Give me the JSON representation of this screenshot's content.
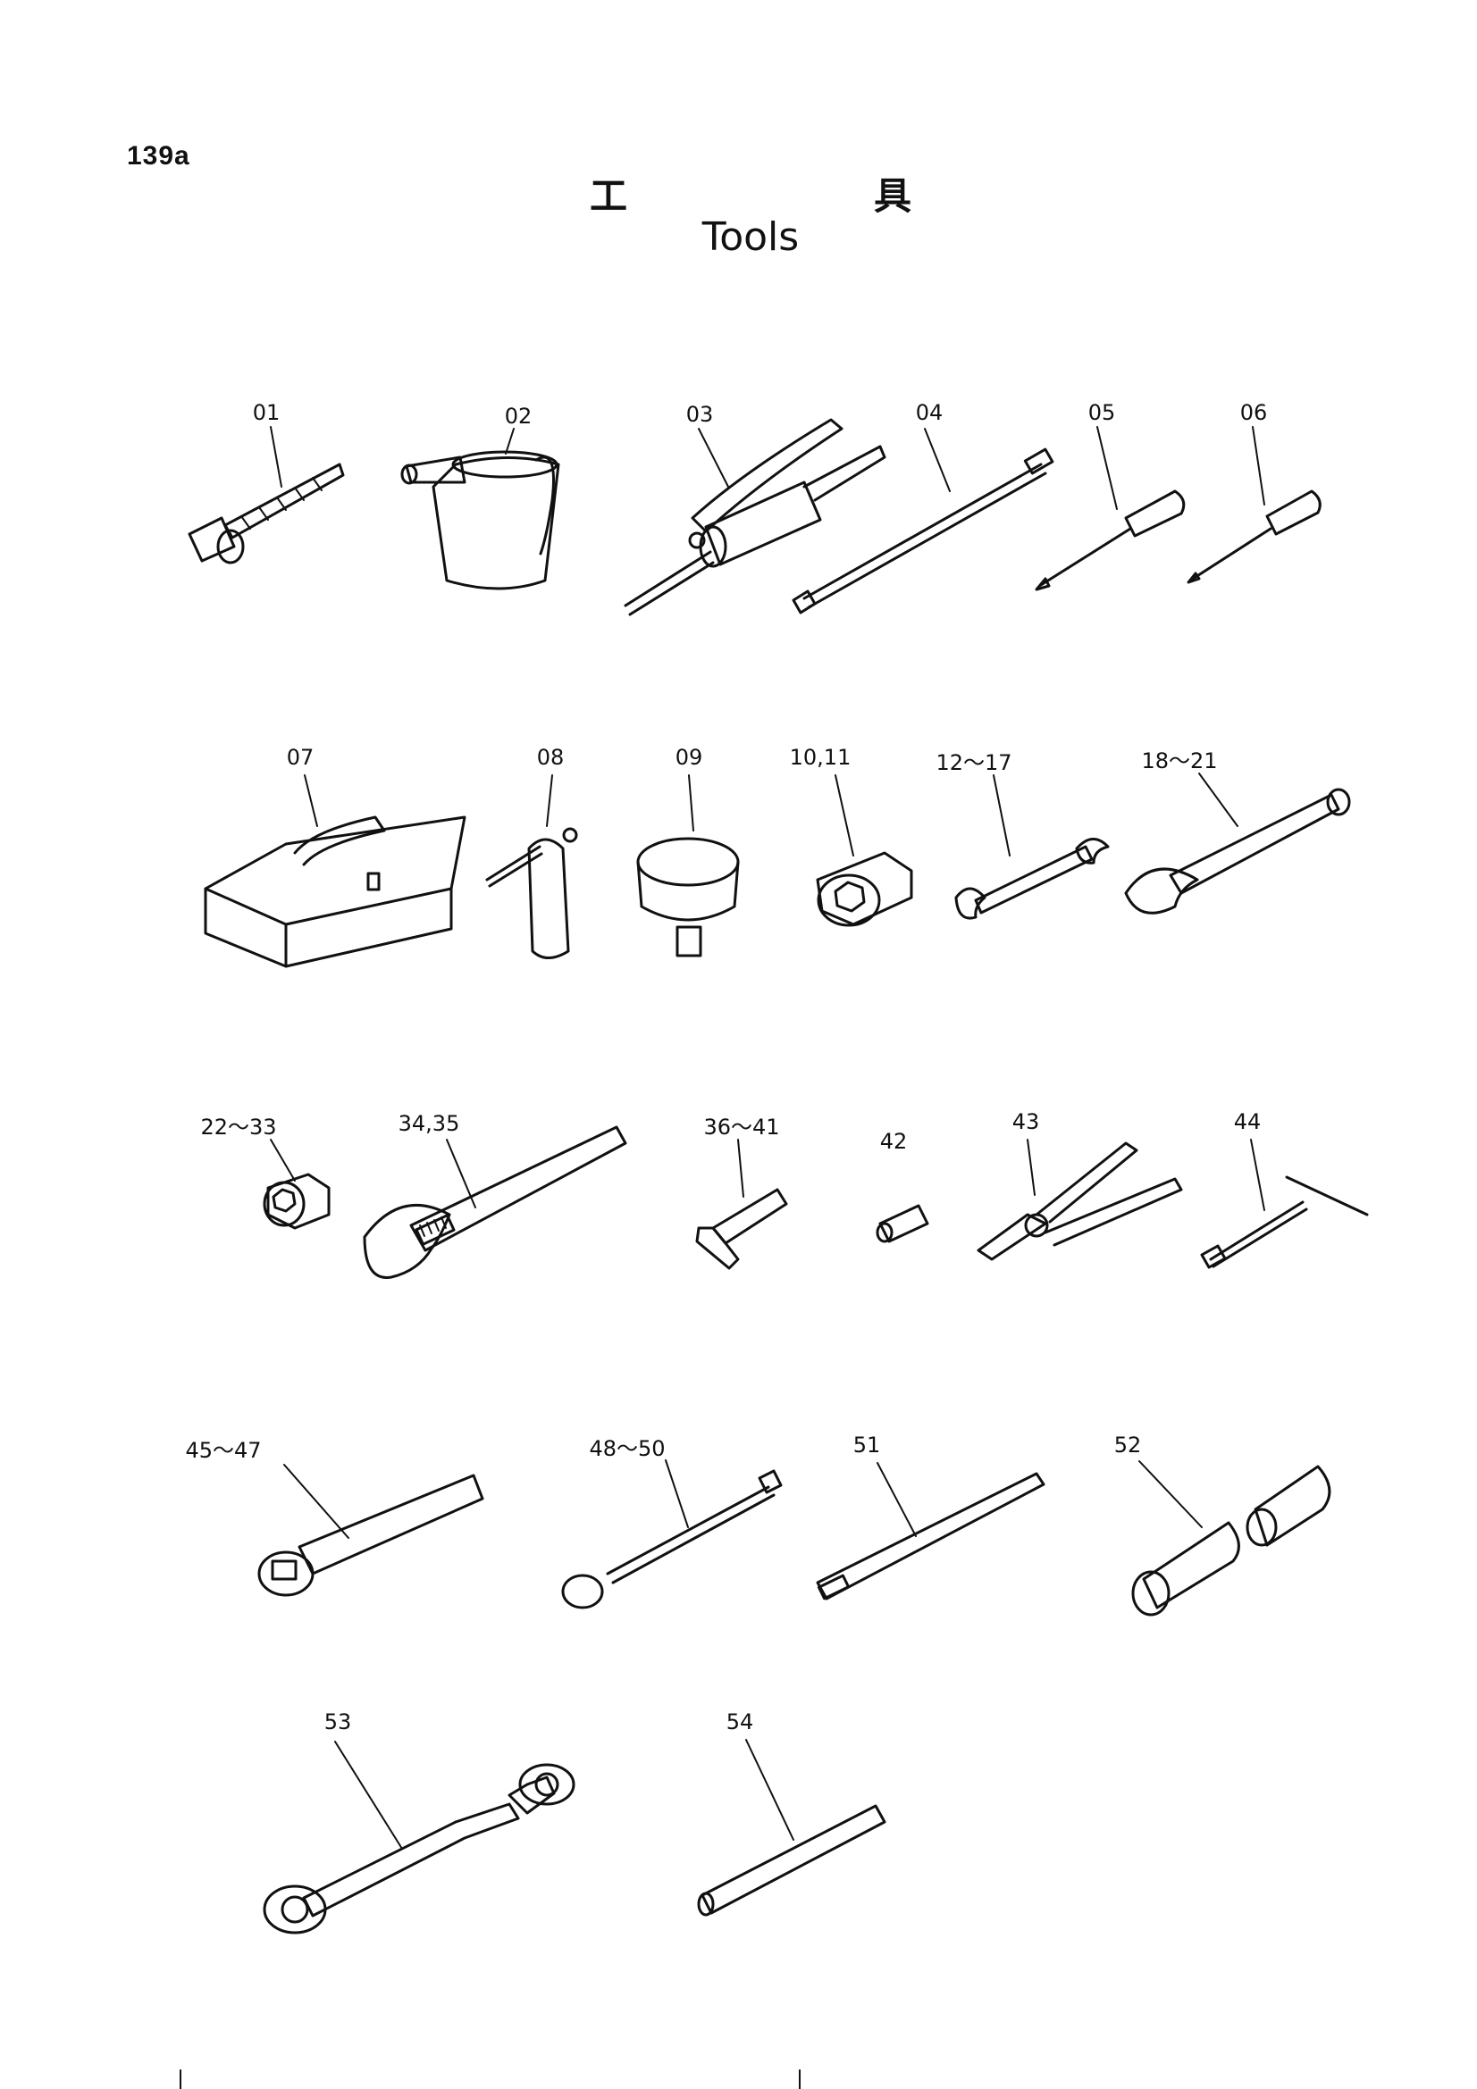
{
  "page_number": "139a",
  "title_jp": [
    "工",
    "具"
  ],
  "title_en": "Tools",
  "callouts": [
    {
      "id": "01",
      "label": "01"
    },
    {
      "id": "02",
      "label": "02"
    },
    {
      "id": "03",
      "label": "03"
    },
    {
      "id": "04",
      "label": "04"
    },
    {
      "id": "05",
      "label": "05"
    },
    {
      "id": "06",
      "label": "06"
    },
    {
      "id": "07",
      "label": "07"
    },
    {
      "id": "08",
      "label": "08"
    },
    {
      "id": "09",
      "label": "09"
    },
    {
      "id": "10-11",
      "label": "10,11"
    },
    {
      "id": "12-17",
      "label": "12～17"
    },
    {
      "id": "18-21",
      "label": "18～21"
    },
    {
      "id": "22-33",
      "label": "22～33"
    },
    {
      "id": "34-35",
      "label": "34,35"
    },
    {
      "id": "36-41",
      "label": "36～41"
    },
    {
      "id": "42",
      "label": "42"
    },
    {
      "id": "43",
      "label": "43"
    },
    {
      "id": "44",
      "label": "44"
    },
    {
      "id": "45-47",
      "label": "45～47"
    },
    {
      "id": "48-50",
      "label": "48～50"
    },
    {
      "id": "51",
      "label": "51"
    },
    {
      "id": "52",
      "label": "52"
    },
    {
      "id": "53",
      "label": "53"
    },
    {
      "id": "54",
      "label": "54"
    }
  ]
}
